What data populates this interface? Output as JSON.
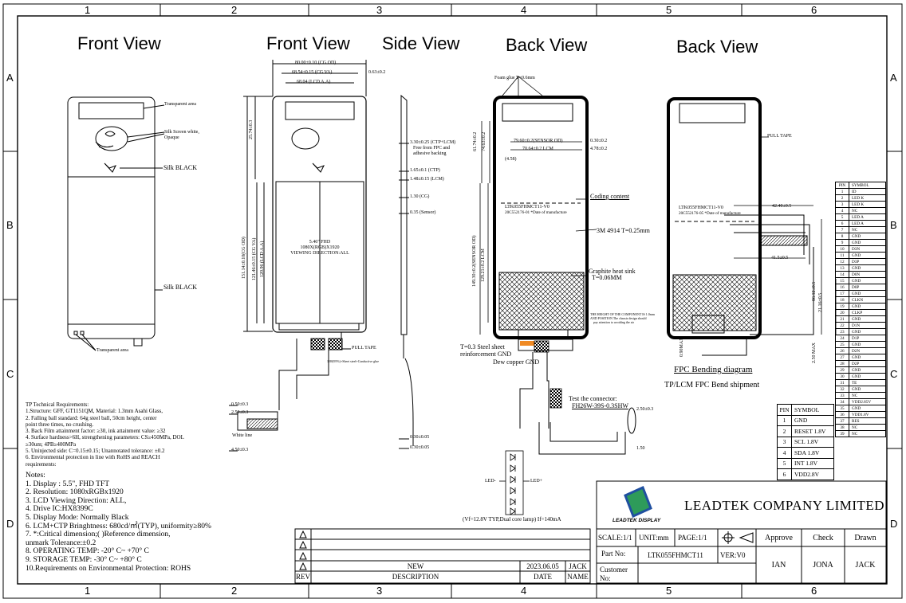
{
  "grid": {
    "cols": [
      "1",
      "2",
      "3",
      "4",
      "5",
      "6"
    ],
    "rows": [
      "A",
      "B",
      "C",
      "D"
    ]
  },
  "titles": {
    "front1": "Front View",
    "front2": "Front View",
    "side": "Side View",
    "back1": "Back View",
    "back2": "Back View"
  },
  "front1": {
    "transparent_area": "Transparent area",
    "silk_white": "Silk Screen white, Opaque",
    "silk_black1": "Silk BLACK",
    "silk_black2": "Silk BLACK",
    "transparent_area2": "Transparent area"
  },
  "front2": {
    "dim_ctp_od": "80.00±0.10 (CG OD)",
    "dim_cg_va": "68.54±0.15 (CG VA)",
    "dim_lcd_aa": "68.04 (LCD A.A)",
    "dim_offset": "0.63±0.2",
    "dim_height1": "25.74±0.3",
    "dim_height2": "151.14±0.10(CG OD)",
    "dim_height3": "121.46±0.15 (CG VA)",
    "dim_height4": "120.96 (LCD A.A)",
    "center_label1": "5.46\" FHD",
    "center_label2": "1080X(RGB)X1920",
    "center_label3": "VIEWING DIRECTION:ALL",
    "pull_tape": "PULL TAPE",
    "dim_a": "0.50±0.3",
    "dim_b": "2.50±0.3",
    "dim_c": "4.50±0.3",
    "white_line": "White line"
  },
  "side": {
    "s1": "3.30±0.25 (CTP+LCM)",
    "s1b": "Free from FPC and adhesive backing",
    "s2": "1.65±0.1 (CTP)",
    "s3": "1.48±0.15 (LCM)",
    "s4": "1.30 (CG)",
    "s5": "0.35 (Sensor)",
    "s6": "1.80(95%)+Sheet steel+Conductive glue",
    "s7": "0.30±0.05",
    "s8": "0.30±0.05"
  },
  "back1": {
    "foam": "Foam glue T=0.6mm",
    "sensor_od": "79.60±0.2(SENSOR OD)",
    "lcm": "70.64±0.2 LCM",
    "r1": "0.30±0.2",
    "r2": "4.78±0.2",
    "r3": "(4.58)",
    "v1": "61.74±0.2",
    "v2": "74.63±0.2",
    "v3": "149.30±0.2(SENSOR OD)",
    "v4": "129.21±0.2 LCM",
    "part": "LTK055FHMCT11-V0",
    "date": "20C552176-01 *Date of manufacture",
    "coding": "Coding content",
    "tape3m": "3M 4914 T=0.25mm",
    "graphite1": "Graphite heat sink",
    "graphite2": "T=0.06MM",
    "height_note1": "THE HEIGHT OF THE COMPONENT IS 1.0mm",
    "height_note2": "AND POSITION The chassis design should",
    "height_note3": "pay attention to avoiding the air",
    "steel1": "T=0.3 Steel sheet",
    "steel2": "reinforcement GND",
    "dew": "Dew copper GND",
    "test1": "Test the connector:",
    "test2": "FH26W-39S-0.3SHW",
    "c1": "2.50±0.3",
    "c2": "1.50"
  },
  "back2": {
    "pull_tape": "PULL TAPE",
    "part": "LTK055FHMCT11-V0",
    "date": "20C552176-05 *Date of manufacture",
    "d1": "42.40±0.5",
    "d2": "41.5±0.5",
    "d3": "86.12±0.5",
    "d4": "21.16±0.5",
    "d5": "2.50 MAX",
    "d6": "0.90MAX",
    "fpc1": "FPC Bending diagram",
    "fpc2": "TP/LCM FPC Bend shipment"
  },
  "led": {
    "left": "LED-",
    "right": "LED+",
    "note": "(Vf=12.8V TYP,Dual core lamp)  If=140mA"
  },
  "tp_req": [
    "TP Technical Requirements:",
    "1.Structure: GFF, GT1151QM, Material: 1.3mm Asahi Glass,",
    "2. Falling ball standard: 64g steel ball, 50cm height, center",
    "point three times, no crushing.",
    "3. Back Film attainment factor: ≥30, ink attainment value: ≥32",
    "4. Surface hardness>6H, strengthening parameters: CS≥450MPa, DOL",
    "≥30um; 4PB≥400MPa",
    "5. Uninjected side: C=0.15±0.15; Unannotated tolerance: ±0.2",
    "6. Environmental protection in line with RoHS and REACH",
    "requirements:"
  ],
  "notes": [
    "Notes:",
    "1. Display : 5.5\", FHD TFT",
    "2. Resolution: 1080xRGBx1920",
    "3. LCD Viewing Direction: ALL,",
    "4. Drive IC:HX8399C",
    "5. Display Mode: Normally Black",
    "6. LCM+CTP Bringhtness: 680cd/㎡(TYP), uniformity≥80%",
    "7. *:Critical dimension;( )Reference dimension,",
    "   unmark Tolerance:±0.2",
    "8. OPERATING TEMP: -20° C~ +70° C",
    "9. STORAGE TEMP: -30° C~ +80° C",
    "10.Requirements on Environmental Protection: ROHS"
  ],
  "pins": [
    {
      "n": "PIN",
      "s": "SYMBOL"
    },
    {
      "n": "1",
      "s": "ID"
    },
    {
      "n": "2",
      "s": "LED K"
    },
    {
      "n": "3",
      "s": "LED K"
    },
    {
      "n": "4",
      "s": "NC"
    },
    {
      "n": "5",
      "s": "LED A"
    },
    {
      "n": "6",
      "s": "LED A"
    },
    {
      "n": "7",
      "s": "NC"
    },
    {
      "n": "8",
      "s": "GND"
    },
    {
      "n": "9",
      "s": "GND"
    },
    {
      "n": "10",
      "s": "D3N"
    },
    {
      "n": "11",
      "s": "GND"
    },
    {
      "n": "12",
      "s": "D3P"
    },
    {
      "n": "13",
      "s": "GND"
    },
    {
      "n": "14",
      "s": "D0N"
    },
    {
      "n": "15",
      "s": "GND"
    },
    {
      "n": "16",
      "s": "D0P"
    },
    {
      "n": "17",
      "s": "GND"
    },
    {
      "n": "18",
      "s": "CLKN"
    },
    {
      "n": "19",
      "s": "GND"
    },
    {
      "n": "20",
      "s": "CLKP"
    },
    {
      "n": "21",
      "s": "GND"
    },
    {
      "n": "22",
      "s": "D1N"
    },
    {
      "n": "23",
      "s": "GND"
    },
    {
      "n": "24",
      "s": "D1P"
    },
    {
      "n": "25",
      "s": "GND"
    },
    {
      "n": "26",
      "s": "D2N"
    },
    {
      "n": "27",
      "s": "GND"
    },
    {
      "n": "28",
      "s": "D2P"
    },
    {
      "n": "29",
      "s": "GND"
    },
    {
      "n": "30",
      "s": "GND"
    },
    {
      "n": "31",
      "s": "TE"
    },
    {
      "n": "32",
      "s": "GND"
    },
    {
      "n": "33",
      "s": "NC"
    },
    {
      "n": "34",
      "s": "VDD2.85V"
    },
    {
      "n": "35",
      "s": "GND"
    },
    {
      "n": "36",
      "s": "VDD1.8V"
    },
    {
      "n": "37",
      "s": "RES"
    },
    {
      "n": "38",
      "s": "NC"
    },
    {
      "n": "39",
      "s": "NC"
    }
  ],
  "tp_pins": [
    {
      "n": "PIN",
      "s": "SYMBOL"
    },
    {
      "n": "1",
      "s": "GND"
    },
    {
      "n": "2",
      "s": "RESET 1.8V"
    },
    {
      "n": "3",
      "s": "SCL 1.8V"
    },
    {
      "n": "4",
      "s": "SDA 1.8V"
    },
    {
      "n": "5",
      "s": "INT 1.8V"
    },
    {
      "n": "6",
      "s": "VDD2.8V"
    }
  ],
  "revision": {
    "row_new": "NEW",
    "row_date": "2023.06.05",
    "row_name": "JACK",
    "h_rev": "REV",
    "h_desc": "DESCRIPTION",
    "h_date": "DATE",
    "h_name": "NAME"
  },
  "title_block": {
    "company": "LEADTEK COMPANY LIMITED",
    "logo_text": "LEADTEK DISPLAY",
    "scale": "SCALE:1/1",
    "unit": "UNIT:mm",
    "page": "PAGE:1/1",
    "part_label": "Part No:",
    "part_no": "LTK055FHMCT11",
    "ver": "VER:V0",
    "customer": "Customer No:",
    "approve": "Approve",
    "check": "Check",
    "drawn": "Drawn",
    "approve_name": "IAN",
    "check_name": "JONA",
    "drawn_name": "JACK"
  },
  "colors": {
    "ink": "#000000",
    "logo_green": "#2e9b5a",
    "logo_blue": "#1f4fa0",
    "fpc_gray": "#bdbdbd",
    "orange_tape": "#f08a24"
  }
}
